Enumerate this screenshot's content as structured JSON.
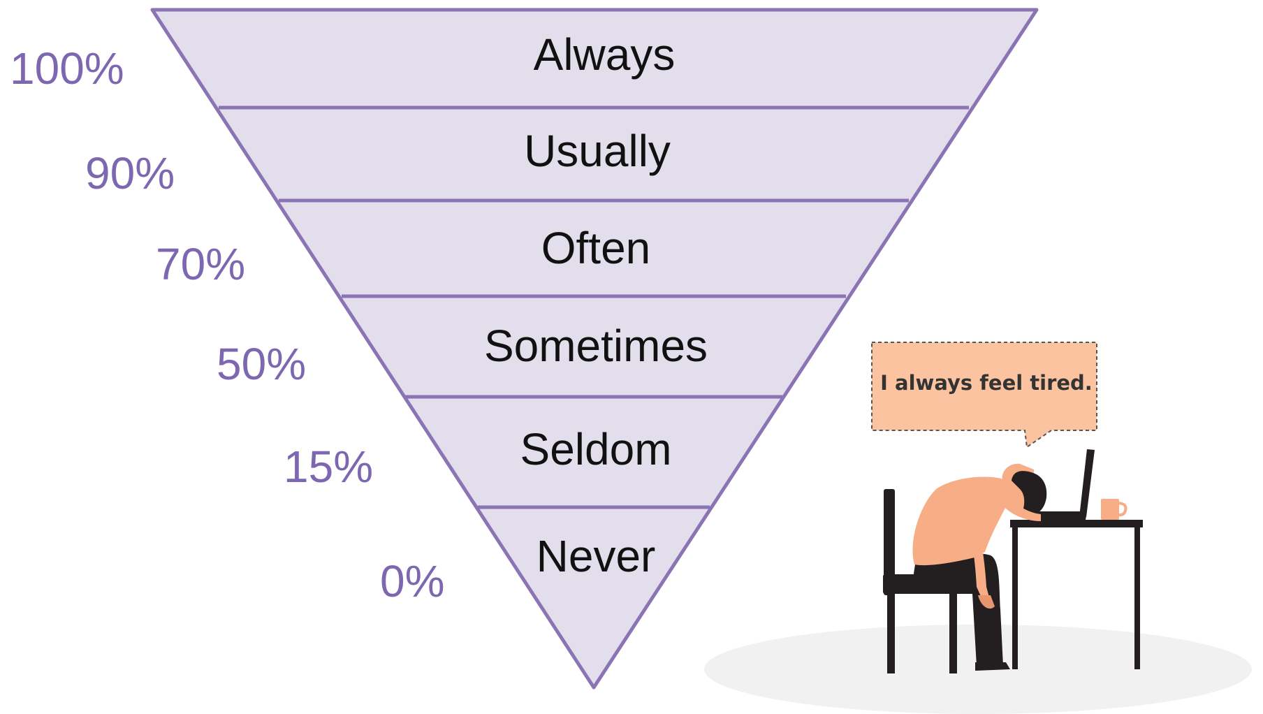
{
  "diagram": {
    "levels": [
      {
        "label": "Always",
        "percent": "100%"
      },
      {
        "label": "Usually",
        "percent": "90%"
      },
      {
        "label": "Often",
        "percent": "70%"
      },
      {
        "label": "Sometimes",
        "percent": "50%"
      },
      {
        "label": "Seldom",
        "percent": "15%"
      },
      {
        "label": "Never",
        "percent": "0%"
      }
    ]
  },
  "illustration": {
    "speech_bubble": "I always feel tired."
  },
  "colors": {
    "funnel_fill": "#e3deeb",
    "funnel_stroke": "#8a74b4",
    "percent_text": "#7e67b1",
    "bubble_fill": "#fcc3a0",
    "skin": "#f7ad85",
    "furniture": "#231f20",
    "ground": "#f1f1f1"
  }
}
